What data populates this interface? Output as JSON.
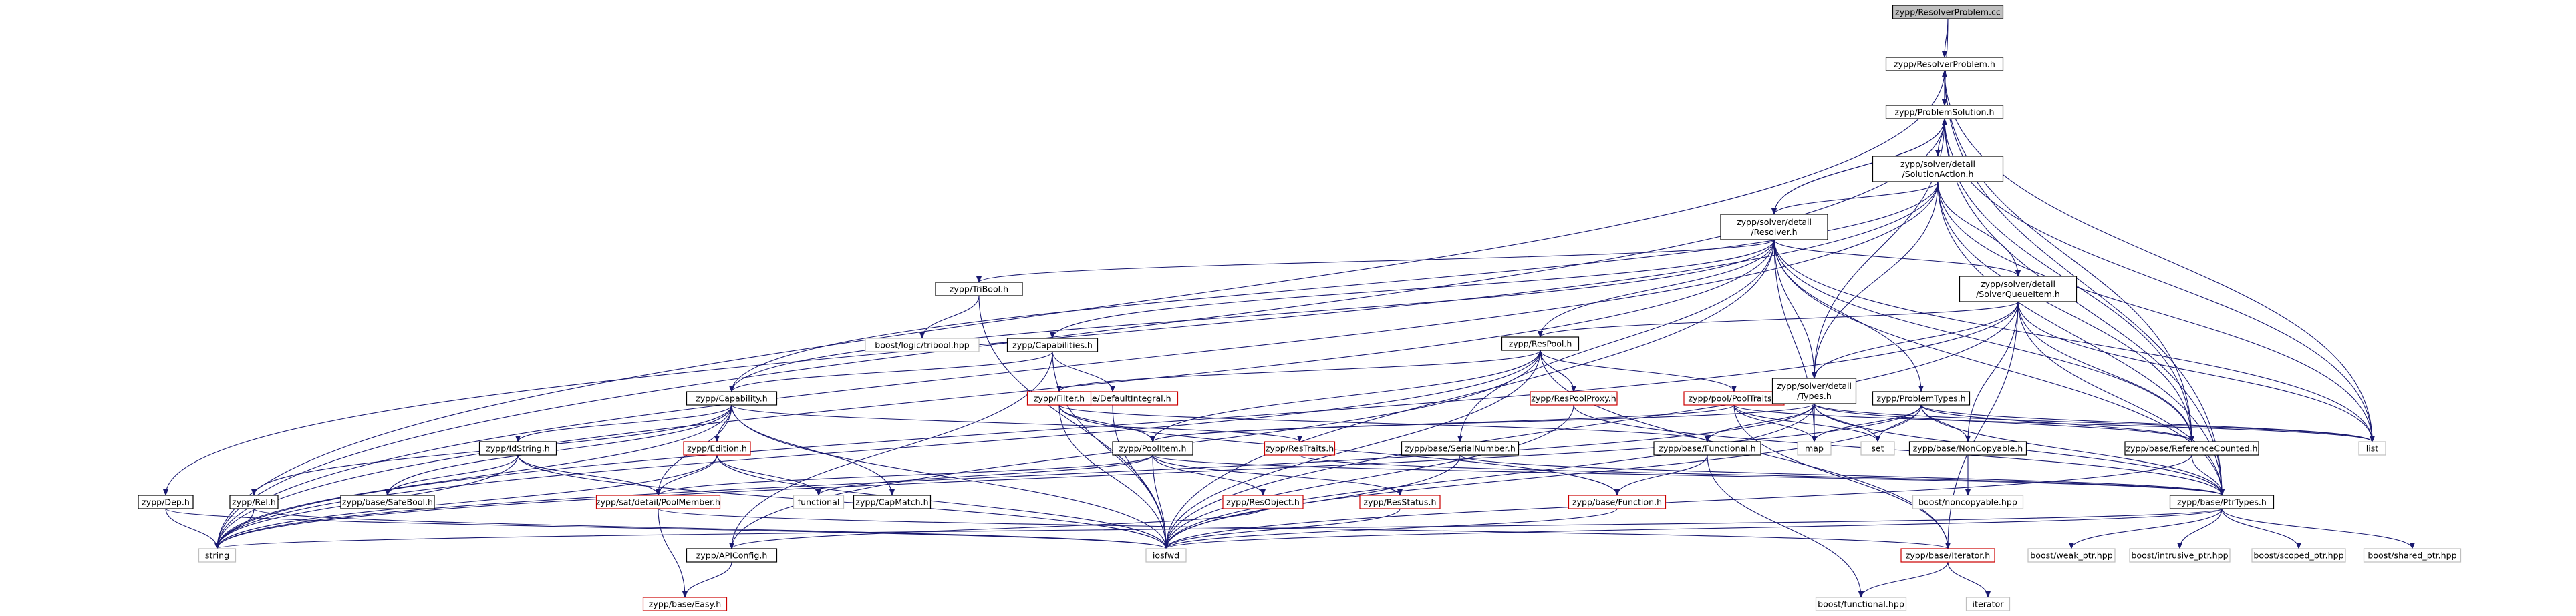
{
  "graph": {
    "nodes": [
      {
        "id": "root",
        "label": "zypp/ResolverProblem.cc",
        "style": "root"
      },
      {
        "id": "rph",
        "label": "zypp/ResolverProblem.h",
        "style": "black"
      },
      {
        "id": "psh",
        "label": "zypp/ProblemSolution.h",
        "style": "black"
      },
      {
        "id": "sah",
        "label": "zypp/solver/detail\n/SolutionAction.h",
        "style": "black"
      },
      {
        "id": "resh",
        "label": "zypp/solver/detail\n/Resolver.h",
        "style": "black"
      },
      {
        "id": "tribool",
        "label": "zypp/TriBool.h",
        "style": "black"
      },
      {
        "id": "blt",
        "label": "boost/logic/tribool.hpp",
        "style": "leaf"
      },
      {
        "id": "sqi",
        "label": "zypp/solver/detail\n/SolverQueueItem.h",
        "style": "black"
      },
      {
        "id": "caps",
        "label": "zypp/Capabilities.h",
        "style": "black"
      },
      {
        "id": "respool",
        "label": "zypp/ResPool.h",
        "style": "black"
      },
      {
        "id": "dint",
        "label": "zypp/base/DefaultIntegral.h",
        "style": "red"
      },
      {
        "id": "rpproxy",
        "label": "zypp/ResPoolProxy.h",
        "style": "red"
      },
      {
        "id": "pooltraits",
        "label": "zypp/pool/PoolTraits.h",
        "style": "red"
      },
      {
        "id": "filter",
        "label": "zypp/Filter.h",
        "style": "red"
      },
      {
        "id": "cap",
        "label": "zypp/Capability.h",
        "style": "black"
      },
      {
        "id": "types",
        "label": "zypp/solver/detail\n/Types.h",
        "style": "black"
      },
      {
        "id": "probtypes",
        "label": "zypp/ProblemTypes.h",
        "style": "black"
      },
      {
        "id": "map",
        "label": "map",
        "style": "leaf"
      },
      {
        "id": "set",
        "label": "set",
        "style": "leaf"
      },
      {
        "id": "list",
        "label": "list",
        "style": "leaf"
      },
      {
        "id": "serial",
        "label": "zypp/base/SerialNumber.h",
        "style": "black"
      },
      {
        "id": "functional",
        "label": "zypp/base/Functional.h",
        "style": "black"
      },
      {
        "id": "noncopy",
        "label": "zypp/base/NonCopyable.h",
        "style": "black"
      },
      {
        "id": "refcount",
        "label": "zypp/base/ReferenceCounted.h",
        "style": "black"
      },
      {
        "id": "poolitem",
        "label": "zypp/PoolItem.h",
        "style": "black"
      },
      {
        "id": "restraits",
        "label": "zypp/ResTraits.h",
        "style": "red"
      },
      {
        "id": "idstring",
        "label": "zypp/IdString.h",
        "style": "black"
      },
      {
        "id": "edition",
        "label": "zypp/Edition.h",
        "style": "red"
      },
      {
        "id": "dep",
        "label": "zypp/Dep.h",
        "style": "black"
      },
      {
        "id": "rel",
        "label": "zypp/Rel.h",
        "style": "black"
      },
      {
        "id": "safebool",
        "label": "zypp/base/SafeBool.h",
        "style": "black"
      },
      {
        "id": "poolmember",
        "label": "zypp/sat/detail/PoolMember.h",
        "style": "red"
      },
      {
        "id": "capmatch",
        "label": "zypp/CapMatch.h",
        "style": "black"
      },
      {
        "id": "func",
        "label": "functional",
        "style": "leaf"
      },
      {
        "id": "resobject",
        "label": "zypp/ResObject.h",
        "style": "red"
      },
      {
        "id": "resstatus",
        "label": "zypp/ResStatus.h",
        "style": "red"
      },
      {
        "id": "function",
        "label": "zypp/base/Function.h",
        "style": "red"
      },
      {
        "id": "boostnc",
        "label": "boost/noncopyable.hpp",
        "style": "leaf"
      },
      {
        "id": "ptrtypes",
        "label": "zypp/base/PtrTypes.h",
        "style": "black"
      },
      {
        "id": "string",
        "label": "string",
        "style": "leaf"
      },
      {
        "id": "apiconfig",
        "label": "zypp/APIConfig.h",
        "style": "black"
      },
      {
        "id": "iosfwd",
        "label": "iosfwd",
        "style": "leaf"
      },
      {
        "id": "iterator",
        "label": "zypp/base/Iterator.h",
        "style": "red"
      },
      {
        "id": "easy",
        "label": "zypp/base/Easy.h",
        "style": "red"
      },
      {
        "id": "bfunc",
        "label": "boost/functional.hpp",
        "style": "leaf"
      },
      {
        "id": "iter",
        "label": "iterator",
        "style": "leaf"
      },
      {
        "id": "weak",
        "label": "boost/weak_ptr.hpp",
        "style": "leaf"
      },
      {
        "id": "intrusive",
        "label": "boost/intrusive_ptr.hpp",
        "style": "leaf"
      },
      {
        "id": "scoped",
        "label": "boost/scoped_ptr.hpp",
        "style": "leaf"
      },
      {
        "id": "shared",
        "label": "boost/shared_ptr.hpp",
        "style": "leaf"
      }
    ]
  }
}
